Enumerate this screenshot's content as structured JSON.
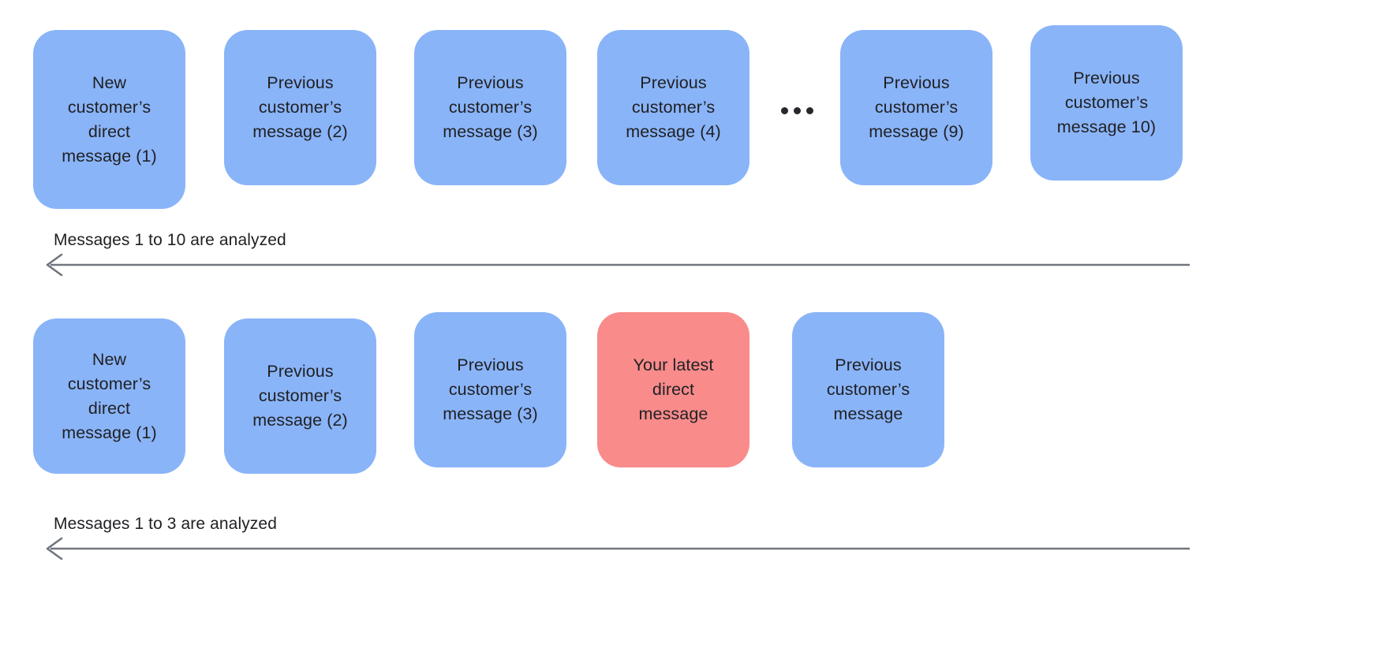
{
  "diagram": {
    "title": "Message analysis window diagram",
    "background_color": "#ffffff",
    "colors": {
      "card_blue": "#8ab4f8",
      "card_red": "#f98b8b",
      "text": "#202124",
      "arrow": "#70757f"
    },
    "rows": [
      {
        "id": "row-ten-messages",
        "cards": [
          {
            "id": "r1-c1",
            "text": "New\ncustomer’s\ndirect\nmessage (1)",
            "color": "blue"
          },
          {
            "id": "r1-c2",
            "text": "Previous\ncustomer’s\nmessage (2)",
            "color": "blue"
          },
          {
            "id": "r1-c3",
            "text": "Previous\ncustomer’s\nmessage (3)",
            "color": "blue"
          },
          {
            "id": "r1-c4",
            "text": "Previous\ncustomer’s\nmessage (4)",
            "color": "blue"
          },
          {
            "id": "r1-c5",
            "text": "Previous\ncustomer’s\nmessage (9)",
            "color": "blue"
          },
          {
            "id": "r1-c6",
            "text": "Previous\ncustomer’s\nmessage 10)",
            "color": "blue"
          }
        ],
        "ellipsis": "…",
        "arrow_label": "Messages 1 to 10 are analyzed",
        "arrow_direction": "left"
      },
      {
        "id": "row-three-messages",
        "cards": [
          {
            "id": "r2-c1",
            "text": "New\ncustomer’s\ndirect\nmessage (1)",
            "color": "blue"
          },
          {
            "id": "r2-c2",
            "text": "Previous\ncustomer’s\nmessage (2)",
            "color": "blue"
          },
          {
            "id": "r2-c3",
            "text": "Previous\ncustomer’s\nmessage (3)",
            "color": "blue"
          },
          {
            "id": "r2-c4",
            "text": "Your latest\ndirect\nmessage",
            "color": "red"
          },
          {
            "id": "r2-c5",
            "text": "Previous\ncustomer’s\nmessage",
            "color": "blue"
          }
        ],
        "arrow_label": "Messages 1 to 3 are analyzed",
        "arrow_direction": "left"
      }
    ]
  }
}
